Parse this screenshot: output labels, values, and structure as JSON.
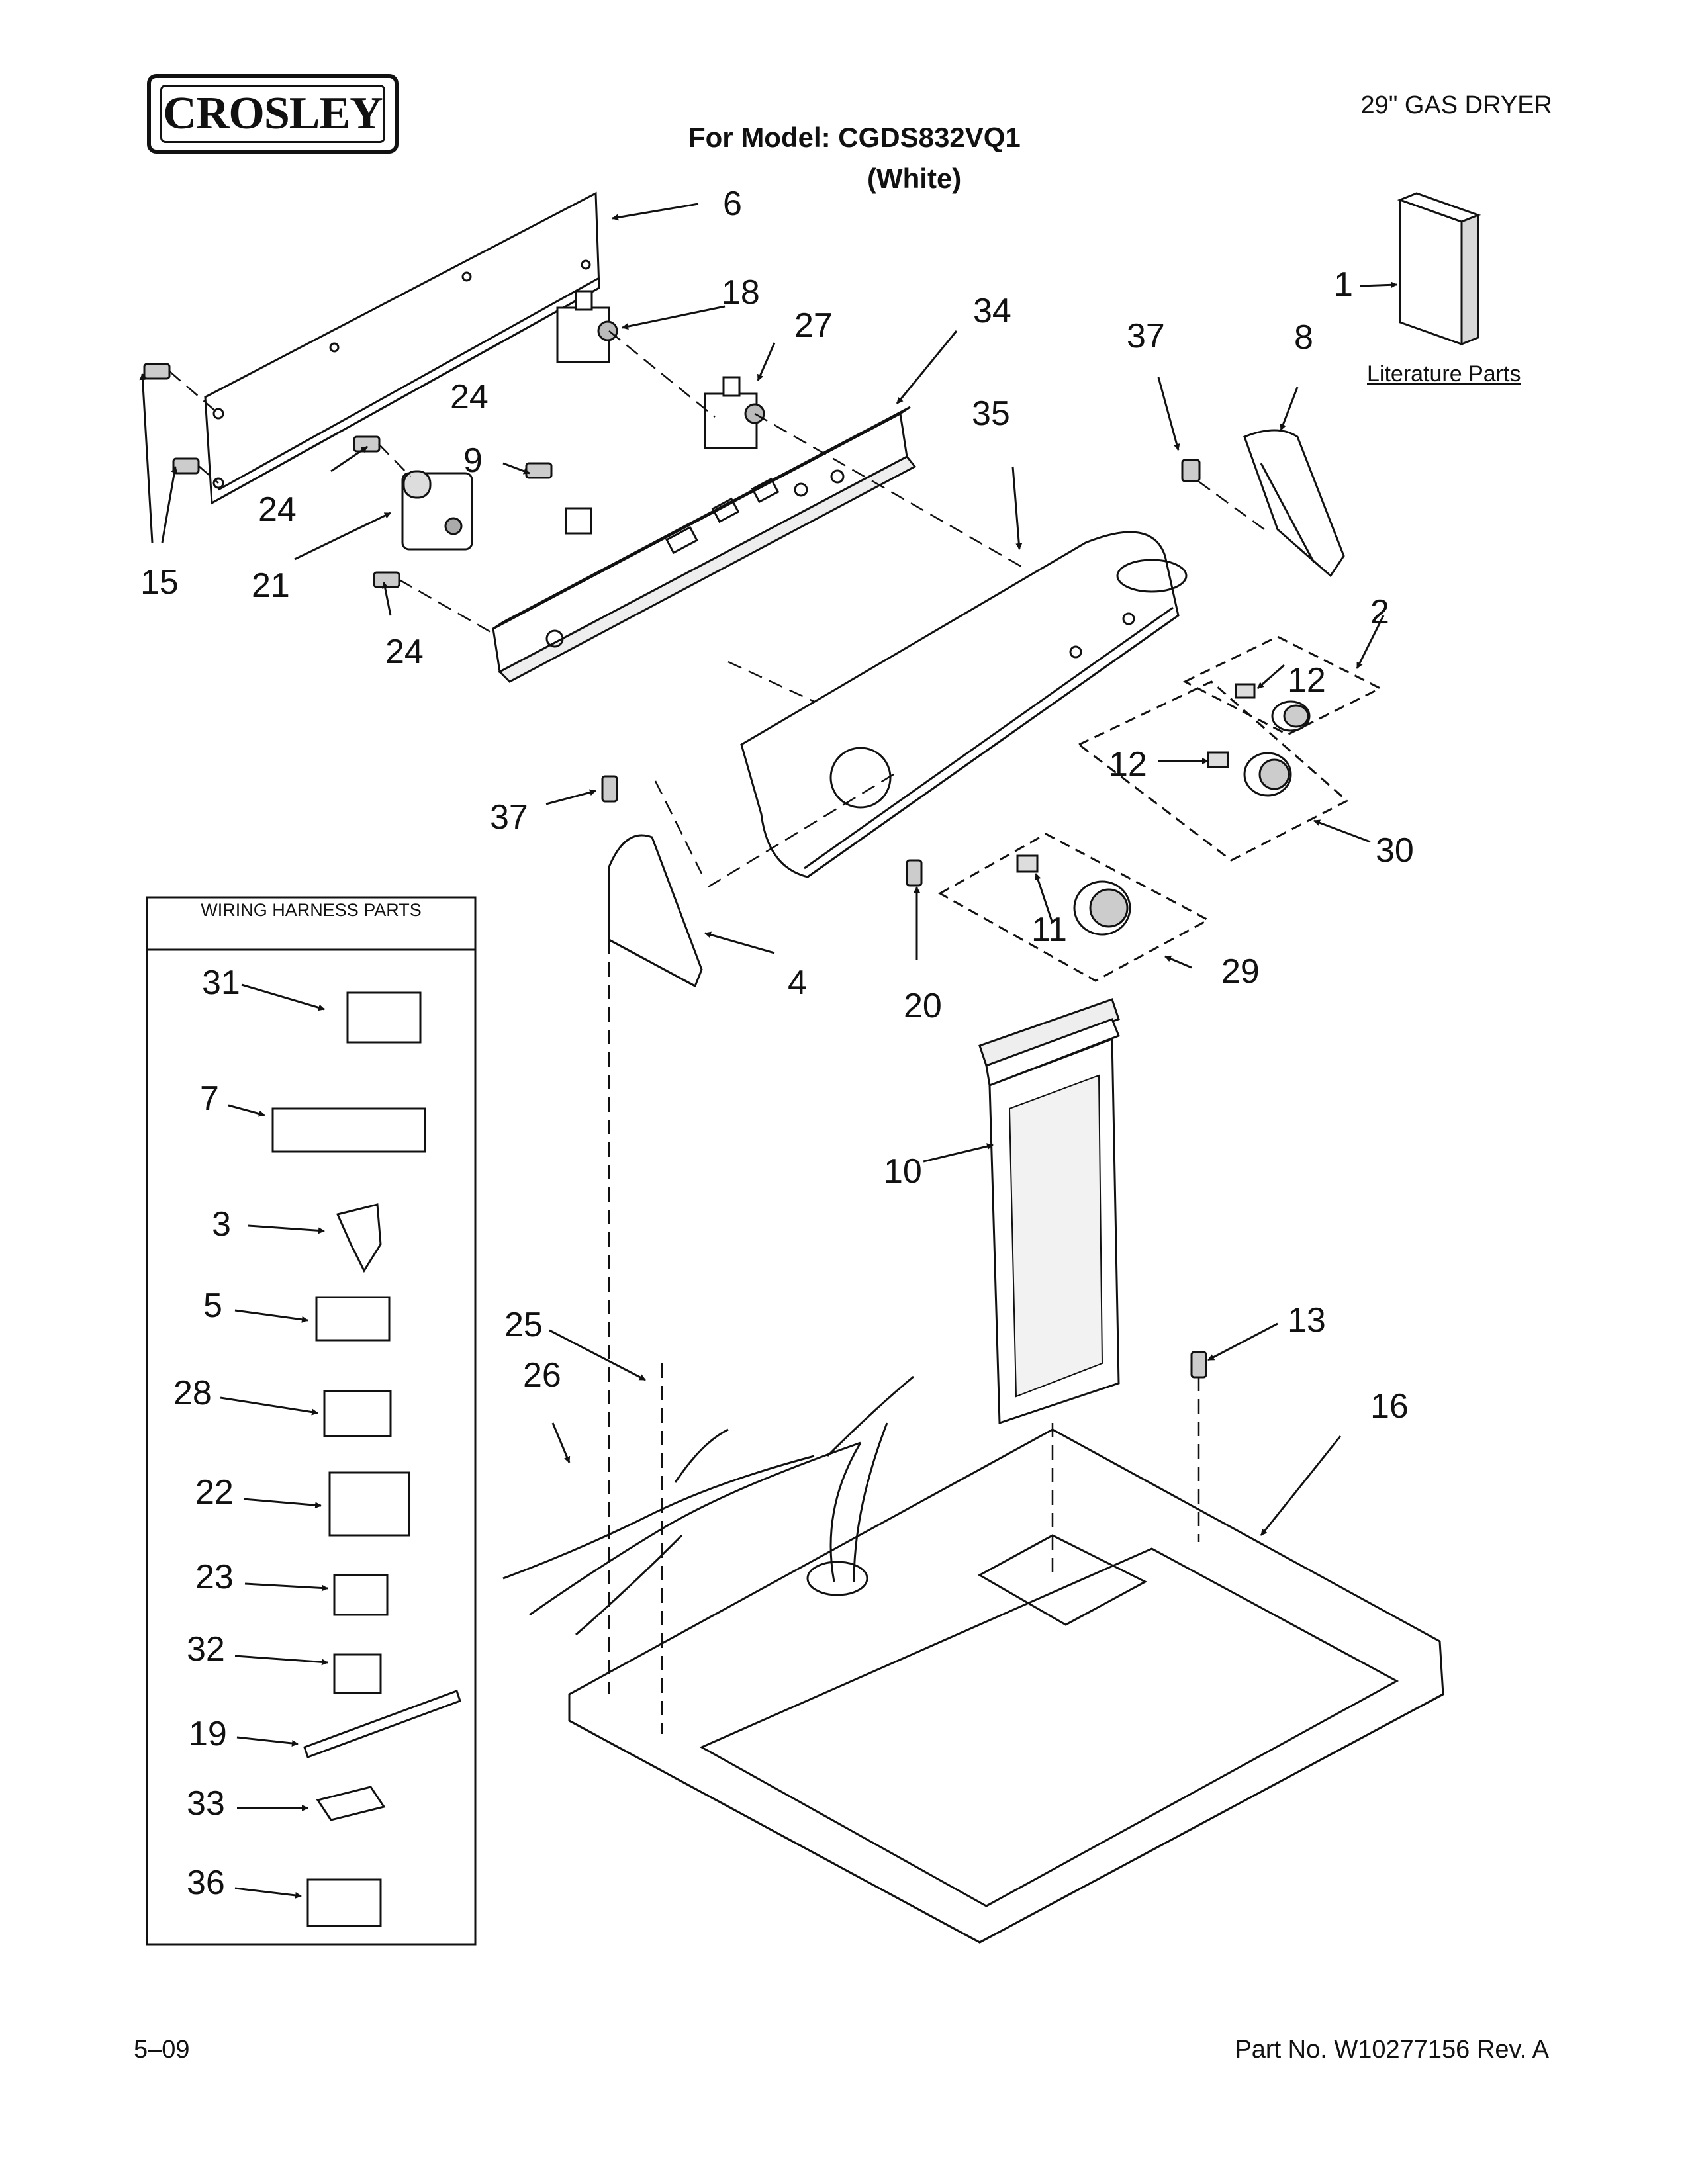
{
  "header": {
    "brand": "CROSLEY",
    "product_type": "29\" GAS DRYER",
    "model_line": "For Model: CGDS832VQ1",
    "color_line": "(White)"
  },
  "literature": {
    "label": "Literature Parts"
  },
  "harness": {
    "title": "WIRING HARNESS PARTS"
  },
  "callouts": {
    "c1": "1",
    "c2": "2",
    "c3": "3",
    "c4": "4",
    "c5": "5",
    "c6": "6",
    "c7": "7",
    "c8": "8",
    "c9": "9",
    "c10": "10",
    "c11": "11",
    "c12a": "12",
    "c12b": "12",
    "c13": "13",
    "c15": "15",
    "c16": "16",
    "c18": "18",
    "c19": "19",
    "c20": "20",
    "c21": "21",
    "c22": "22",
    "c23": "23",
    "c24a": "24",
    "c24b": "24",
    "c24c": "24",
    "c25": "25",
    "c26": "26",
    "c27": "27",
    "c28": "28",
    "c29": "29",
    "c30": "30",
    "c31": "31",
    "c32": "32",
    "c33": "33",
    "c34": "34",
    "c35": "35",
    "c36": "36",
    "c37a": "37",
    "c37b": "37"
  },
  "footer": {
    "date": "5–09",
    "part_number": "Part No. W10277156 Rev. A"
  }
}
